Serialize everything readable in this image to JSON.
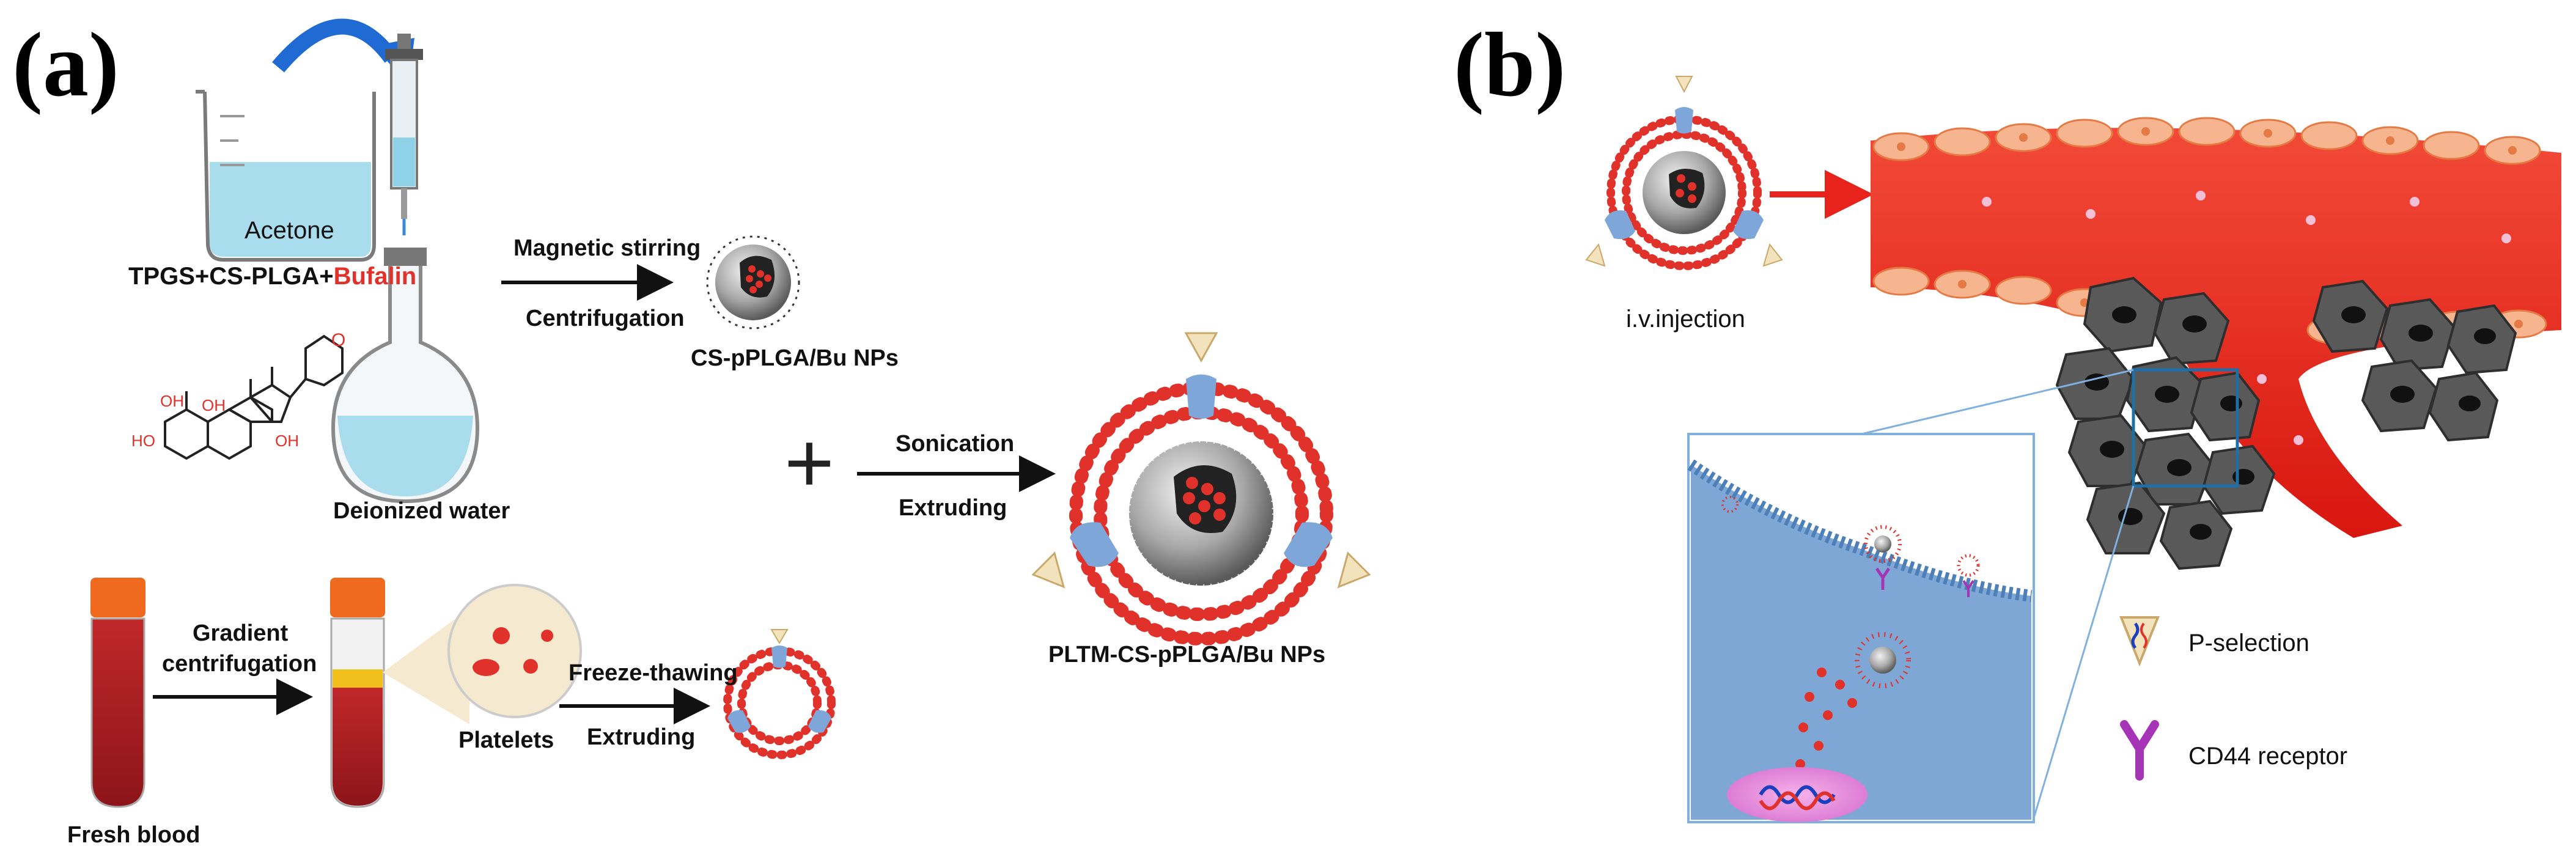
{
  "panel_a": {
    "label": "(a)",
    "beaker_text": "Acetone",
    "mixture_prefix": "TPGS+CS-PLGA+",
    "mixture_drug": "Bufalin",
    "flask_label": "Deionized water",
    "step1_top": "Magnetic stirring",
    "step1_bottom": "Centrifugation",
    "np_label": "CS-pPLGA/Bu NPs",
    "plus": "+",
    "step3_top": "Sonication",
    "step3_bottom": "Extruding",
    "final_label": "PLTM-CS-pPLGA/Bu NPs",
    "blood_label": "Fresh blood",
    "step_gradient_top": "Gradient",
    "step_gradient_bottom": "centrifugation",
    "platelets_label": "Platelets",
    "step2_top": "Freeze-thawing",
    "step2_bottom": "Extruding",
    "oh1": "OH",
    "oh2": "OH",
    "ho": "HO",
    "oh3": "OH",
    "carbonyl_o": "O"
  },
  "panel_b": {
    "label": "(b)",
    "injection_label": "i.v.injection",
    "legend_pselection": "P-selection",
    "legend_cd44": "CD44  receptor"
  },
  "colors": {
    "drug_red": "#e0312b",
    "vessel_red": "#e8231c",
    "water_blue": "#a9dcec",
    "membrane_blue": "#7fa6d8",
    "tumor_gray": "#595959",
    "zoom_bg": "#7fa7d6",
    "cd44_purple": "#a634b6",
    "arrow_blue": "#1f6ad3"
  }
}
